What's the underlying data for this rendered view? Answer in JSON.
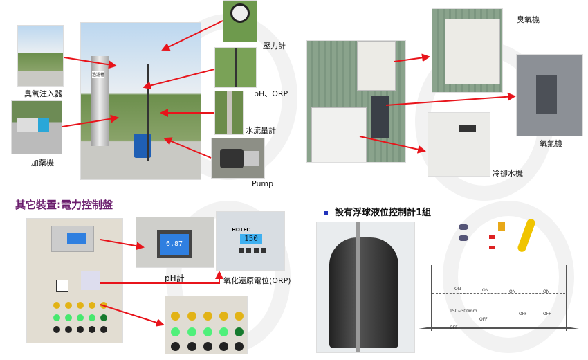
{
  "top_left": {
    "labels": {
      "ozone_injector": "臭氧注入器",
      "dosing_machine": "加藥機",
      "pressure_gauge": "壓力計",
      "ph_orp": "pH、ORP",
      "flow_meter": "水流量計",
      "pump": "Pump"
    },
    "tank_sign": "過濾槽"
  },
  "top_right": {
    "labels": {
      "ozone_machine": "臭氧機",
      "oxygen_machine": "氧氣機",
      "chiller": "冷卻水機"
    }
  },
  "control_panel": {
    "title": "其它裝置:電力控制盤",
    "labels": {
      "ph_meter": "pH計",
      "orp": "氧化還原電位(ORP)"
    },
    "ph_display": "6.87",
    "orp_brand": "HOTEC",
    "orp_display": "150"
  },
  "float_switch": {
    "bullet": "設有浮球液位控制計1組",
    "diagram": {
      "on": "ON",
      "off": "OFF",
      "range": "150~300mm"
    }
  },
  "colors": {
    "arrow": "#e8141b",
    "title": "#6b1f6e",
    "bullet": "#2233bb"
  }
}
